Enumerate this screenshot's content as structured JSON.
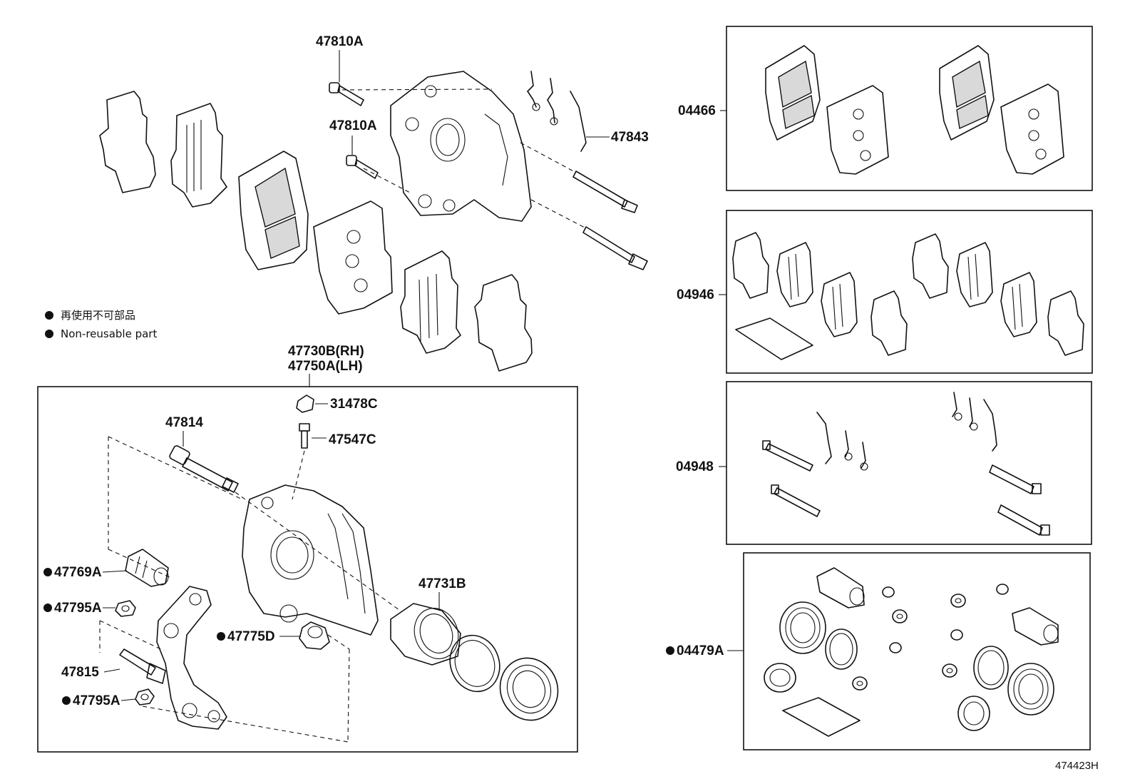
{
  "labels": {
    "bolt_upper": "47810A",
    "bolt_lower": "47810A",
    "clip_47843": "47843",
    "caliper_rh": "47730B(RH)",
    "caliper_lh": "47750A(LH)",
    "cap_31478c": "31478C",
    "bleeder_47547c": "47547C",
    "pin_47814": "47814",
    "boot_47769a": "47769A",
    "ring_47795a_1": "47795A",
    "pin_47815": "47815",
    "ring_47795a_2": "47795A",
    "boot_47775d": "47775D",
    "piston_47731b": "47731B",
    "kit_04466": "04466",
    "kit_04946": "04946",
    "kit_04948": "04948",
    "kit_04479a": "04479A"
  },
  "legend": {
    "jp": "再使用不可部品",
    "en": "Non-reusable part"
  },
  "diagram_code": "474423H"
}
